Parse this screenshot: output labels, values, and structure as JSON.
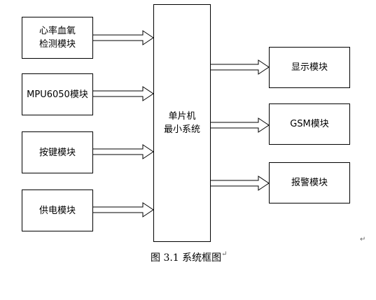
{
  "inputs": [
    {
      "lines": [
        "心率血氧",
        "检测模块"
      ]
    },
    {
      "lines": [
        "MPU6050模块"
      ]
    },
    {
      "lines": [
        "按键模块"
      ]
    },
    {
      "lines": [
        "供电模块"
      ]
    }
  ],
  "mcu": {
    "lines": [
      "单片机",
      "最小系统"
    ]
  },
  "outputs": [
    {
      "lines": [
        "显示模块"
      ]
    },
    {
      "lines": [
        "GSM模块"
      ]
    },
    {
      "lines": [
        "报警模块"
      ]
    }
  ],
  "caption": {
    "text": "图 3.1 系统框图"
  },
  "paragraph_mark": "↵"
}
